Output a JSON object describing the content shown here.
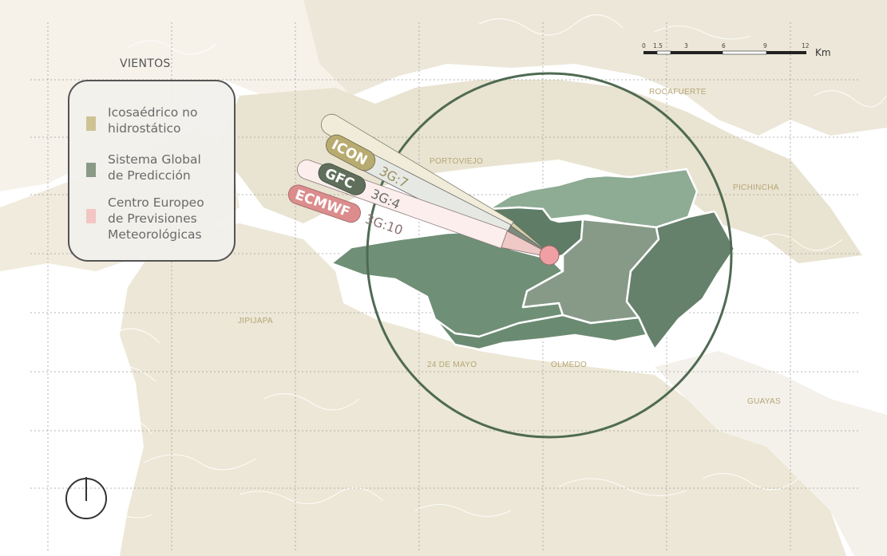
{
  "legend": {
    "title": "VIENTOS",
    "items": [
      {
        "line1": "Icosaédrico no",
        "line2": "hidrostático",
        "line3": "",
        "color": "#cfc395"
      },
      {
        "line1": "Sistema Global",
        "line2": "de Predicción",
        "line3": "",
        "color": "#8a9a86"
      },
      {
        "line1": "Centro Europeo",
        "line2": "de Previsiones",
        "line3": "Meteorológicas",
        "color": "#f3c6c3"
      }
    ]
  },
  "winds": [
    {
      "name": "ICON",
      "value": "3G:7",
      "color": "#b8ab6f"
    },
    {
      "name": "GFC",
      "value": "3G:4",
      "color": "#5f6f5c"
    },
    {
      "name": "ECMWF",
      "value": "3G:10",
      "color": "#dc8c8c"
    }
  ],
  "places": {
    "rocafuerte": "ROCAFUERTE",
    "portoviejo": "PORTOVIEJO",
    "pichincha": "PICHINCHA",
    "jipijapa": "JIPIJAPA",
    "veinticuatro": "24 DE MAYO",
    "olmedo": "OLMEDO",
    "guayas": "GUAYAS"
  },
  "scale": {
    "ticks": [
      "0",
      "1.5",
      "3",
      "6",
      "9",
      "12"
    ],
    "unit": "Km"
  },
  "colors": {
    "region": "#6f8f77",
    "region_light": "#8eab94",
    "region_mid": "#879a88",
    "region_dark": "#65806b",
    "circle": "#4f6a52",
    "terrain": "#e9e4d4"
  },
  "north_icon": "north-arrow-icon"
}
